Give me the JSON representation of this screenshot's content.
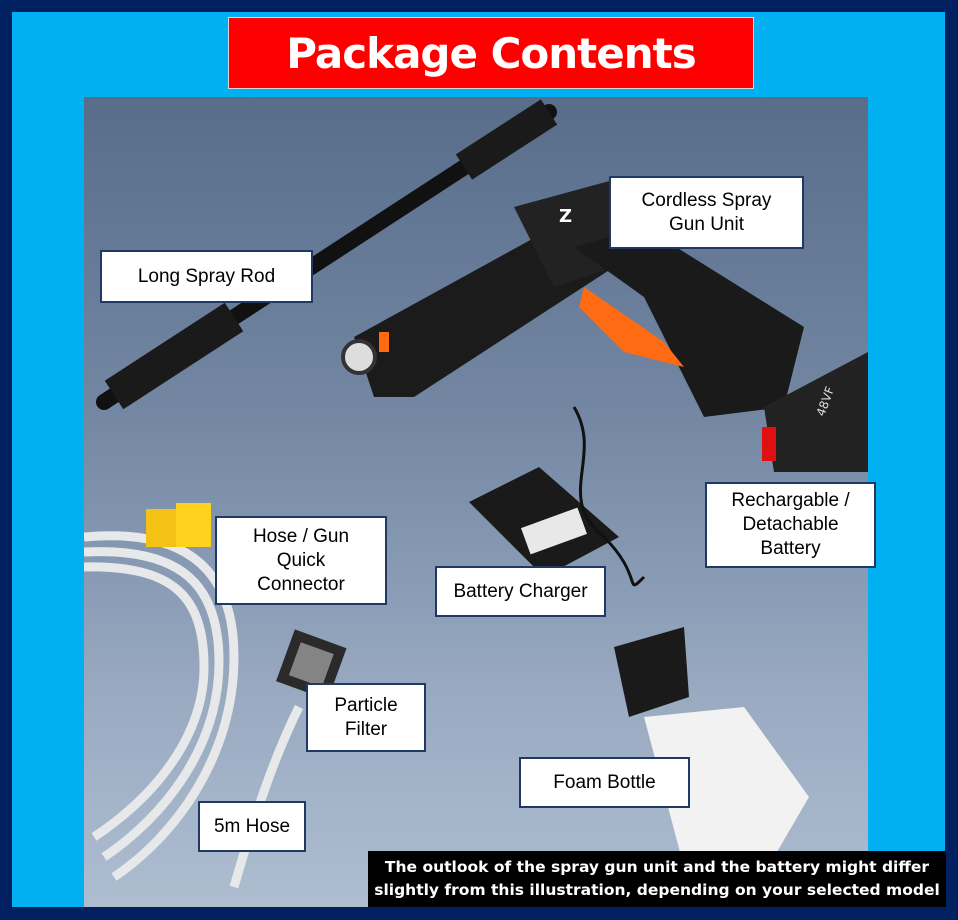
{
  "title": "Package Contents",
  "labels": {
    "long_spray_rod": "Long Spray Rod",
    "spray_gun": "Cordless Spray Gun Unit",
    "quick_connector": "Hose / Gun Quick Connector",
    "battery_charger": "Battery Charger",
    "battery": "Rechargable / Detachable Battery",
    "particle_filter": "Particle Filter",
    "foam_bottle": "Foam Bottle",
    "hose": "5m Hose"
  },
  "product_markings": {
    "gun_brand": "Z",
    "battery_voltage": "48VF"
  },
  "note": {
    "line1": "The outlook of the spray gun unit and the battery might differ",
    "line2": "slightly from this illustration, depending on your selected model"
  },
  "colors": {
    "frame": "#002060",
    "background": "#00B0F0",
    "title_bg": "#FF0000",
    "accent_orange": "#FF6A13"
  }
}
